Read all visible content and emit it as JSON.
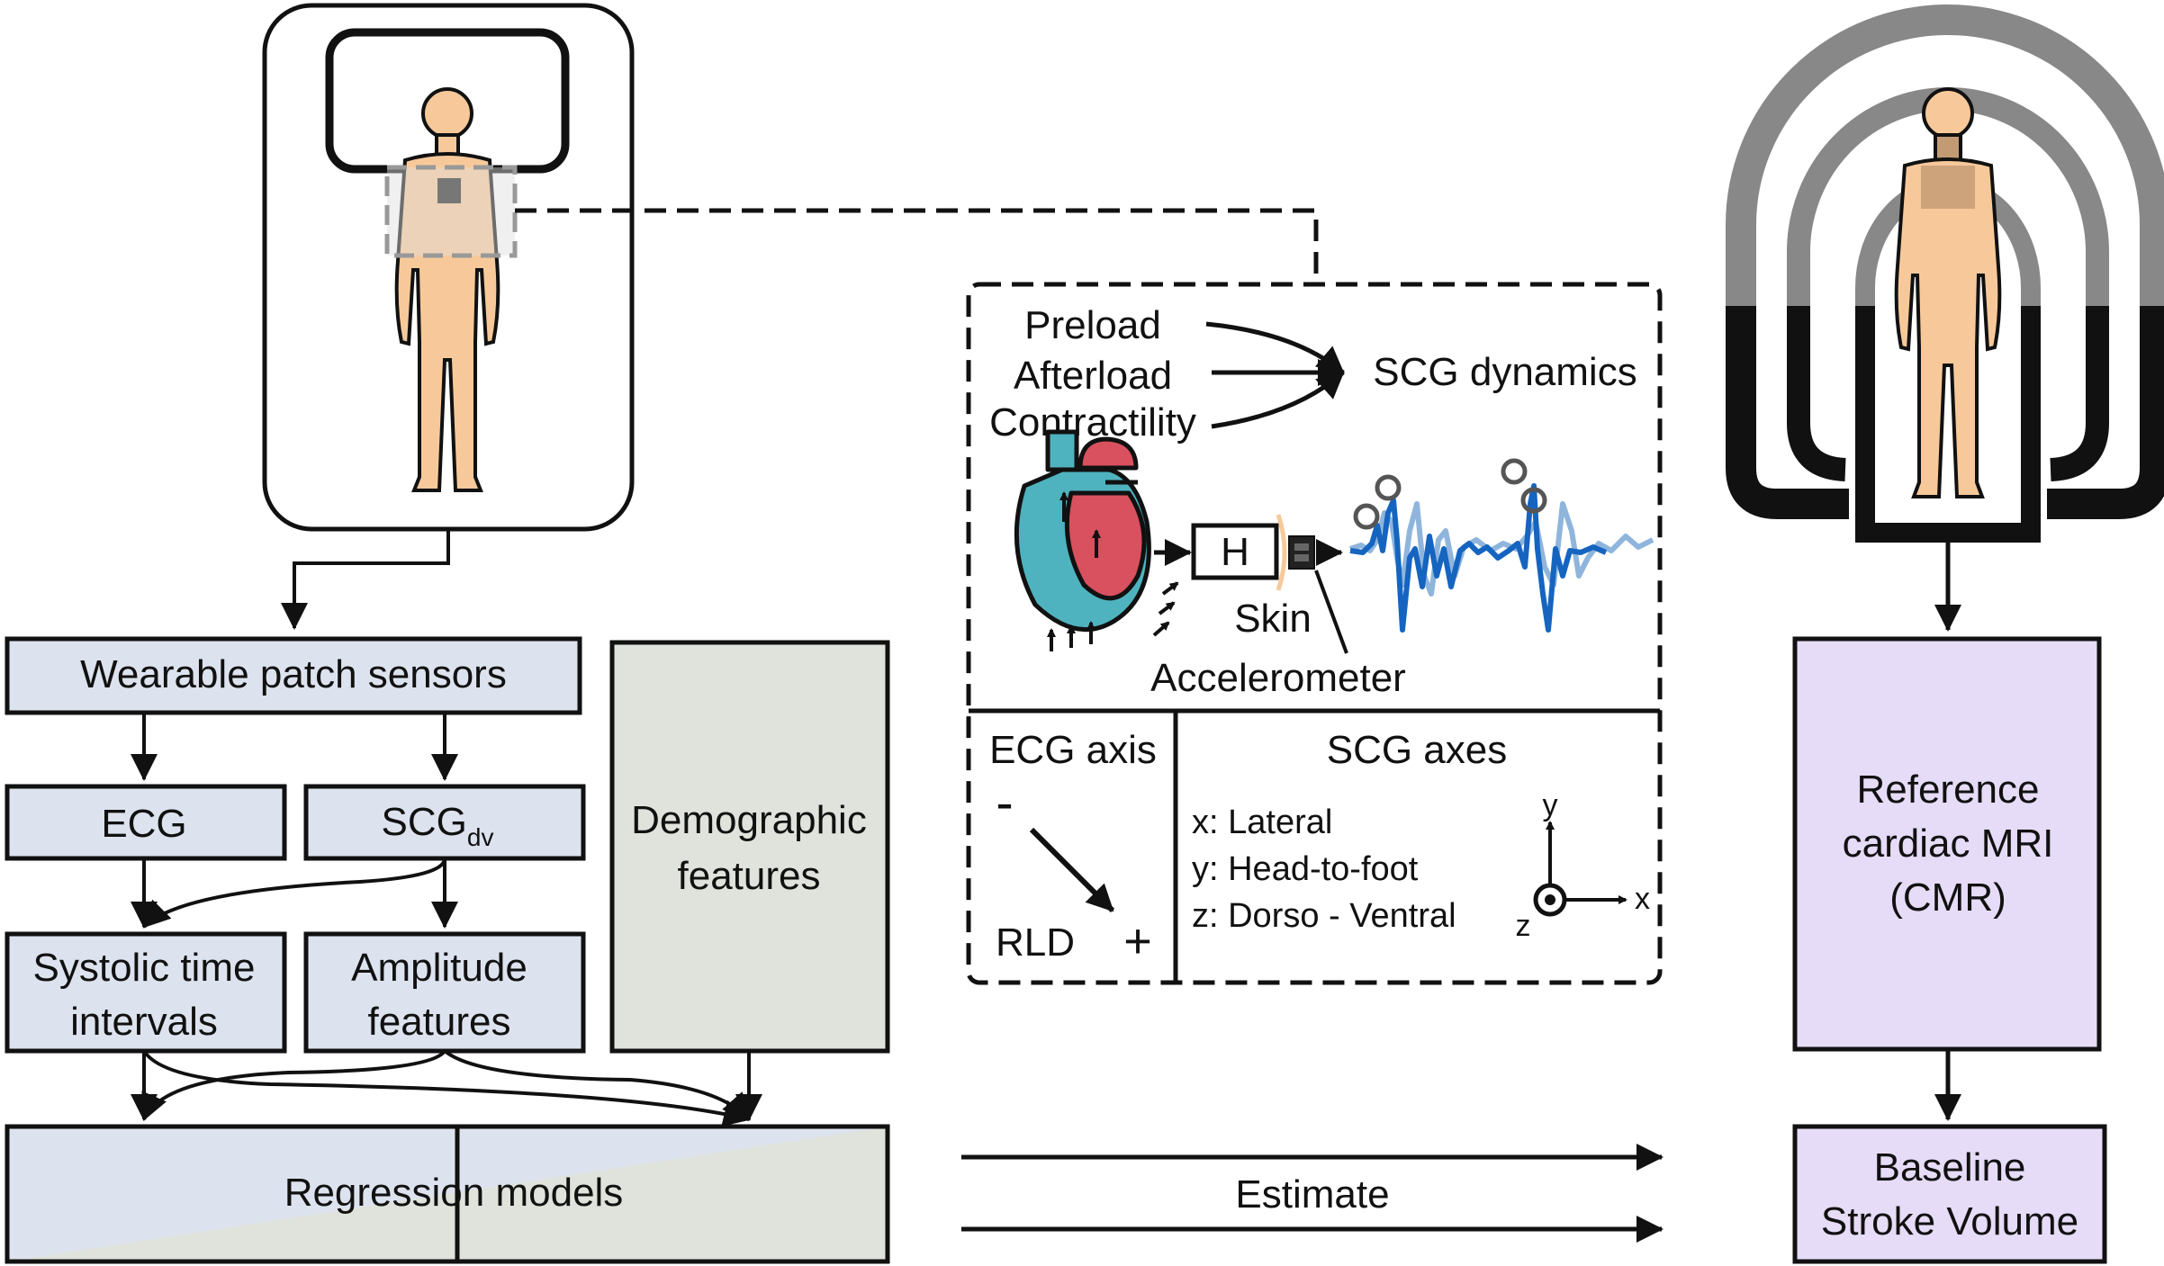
{
  "left_column": {
    "wearable": "Wearable patch sensors",
    "ecg": "ECG",
    "scg_base": "SCG",
    "scg_sub": "dv",
    "systolic_line1": "Systolic time",
    "systolic_line2": "intervals",
    "amplitude_line1": "Amplitude",
    "amplitude_line2": "features",
    "demographic_line1": "Demographic",
    "demographic_line2": "features",
    "regression": "Regression models"
  },
  "center_panel": {
    "preload": "Preload",
    "afterload": "Afterload",
    "contractility": "Contractility",
    "scg_dynamics": "SCG dynamics",
    "h_block": "H",
    "skin": "Skin",
    "accelerometer": "Accelerometer",
    "ecg_axis_title": "ECG axis",
    "ecg_minus": "-",
    "ecg_plus": "+",
    "rld": "RLD",
    "scg_axes_title": "SCG axes",
    "axis_x_desc": "x: Lateral",
    "axis_y_desc": "y: Head-to-foot",
    "axis_z_desc": "z: Dorso - Ventral",
    "axis_x": "x",
    "axis_y": "y",
    "axis_z": "z"
  },
  "estimate": "Estimate",
  "right_column": {
    "cmr_line1": "Reference",
    "cmr_line2": "cardiac MRI",
    "cmr_line3": "(CMR)",
    "sv_line1": "Baseline",
    "sv_line2": "Stroke Volume"
  },
  "colors": {
    "box_blue": "#dde3ee",
    "box_green": "#dfe3dc",
    "box_purple": "#e6dcf7",
    "skin": "#f7c99a",
    "heart_red": "#d9505f",
    "heart_teal": "#4fb3bf",
    "signal_dark": "#1565c0",
    "signal_light": "#8fb5dc"
  }
}
